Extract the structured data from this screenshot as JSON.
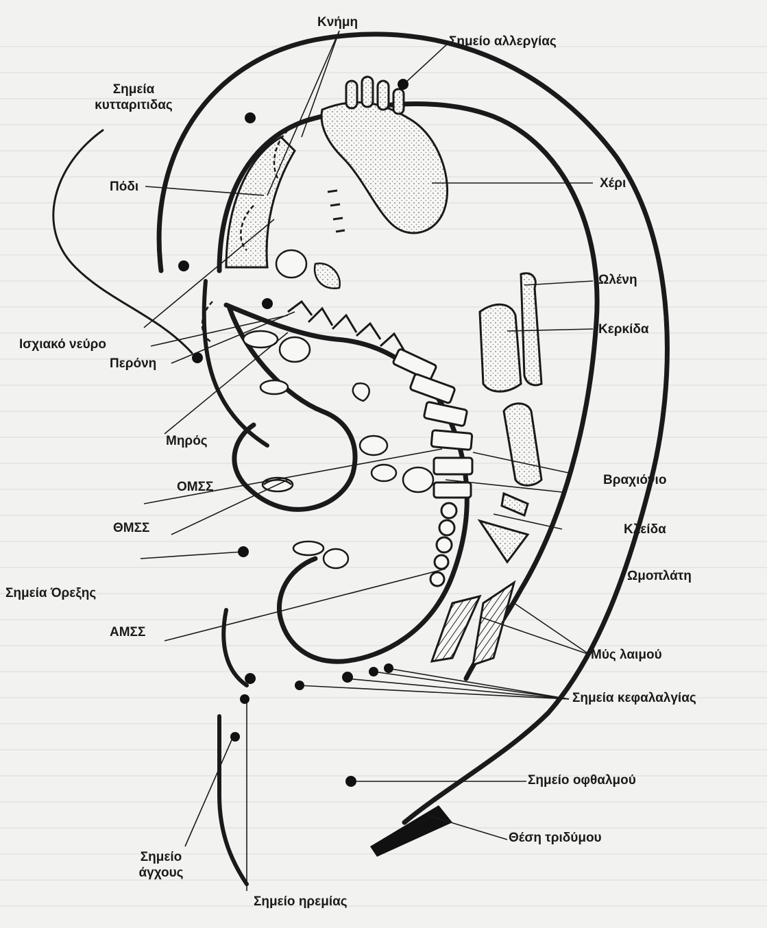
{
  "labels": {
    "knimi": "Κνήμη",
    "allergia": "Σημείο αλλεργίας",
    "kyttaritida_1": "Σημεία",
    "kyttaritida_2": "κυτταριτιδας",
    "podi": "Πόδι",
    "xeri": "Χέρι",
    "olenh": "Ωλένη",
    "kerkida": "Κερκίδα",
    "ischiako": "Ισχιακό νεύρο",
    "peroni": "Περόνη",
    "miros": "Μηρός",
    "omss": "ΟΜΣΣ",
    "vraxionio": "Βραχιόνιο",
    "thmss": "ΘΜΣΣ",
    "kleida": "Κλείδα",
    "orexi": "Σημεία Όρεξης",
    "omoplati": "Ωμοπλάτη",
    "amss": "ΑΜΣΣ",
    "mys": "Μύς λαιμού",
    "kefalalgia": "Σημεία κεφαλαλγίας",
    "ofthalmos": "Σημείο οφθαλμού",
    "tridymos": "Θέση τριδύμου",
    "agxos_1": "Σημείο",
    "agxos_2": "άγχους",
    "iremia": "Σημείο ηρεμίας"
  },
  "colors": {
    "ink": "#1a1a1a",
    "paper": "#f2f2f0",
    "stipple": "#9a9a9a"
  }
}
